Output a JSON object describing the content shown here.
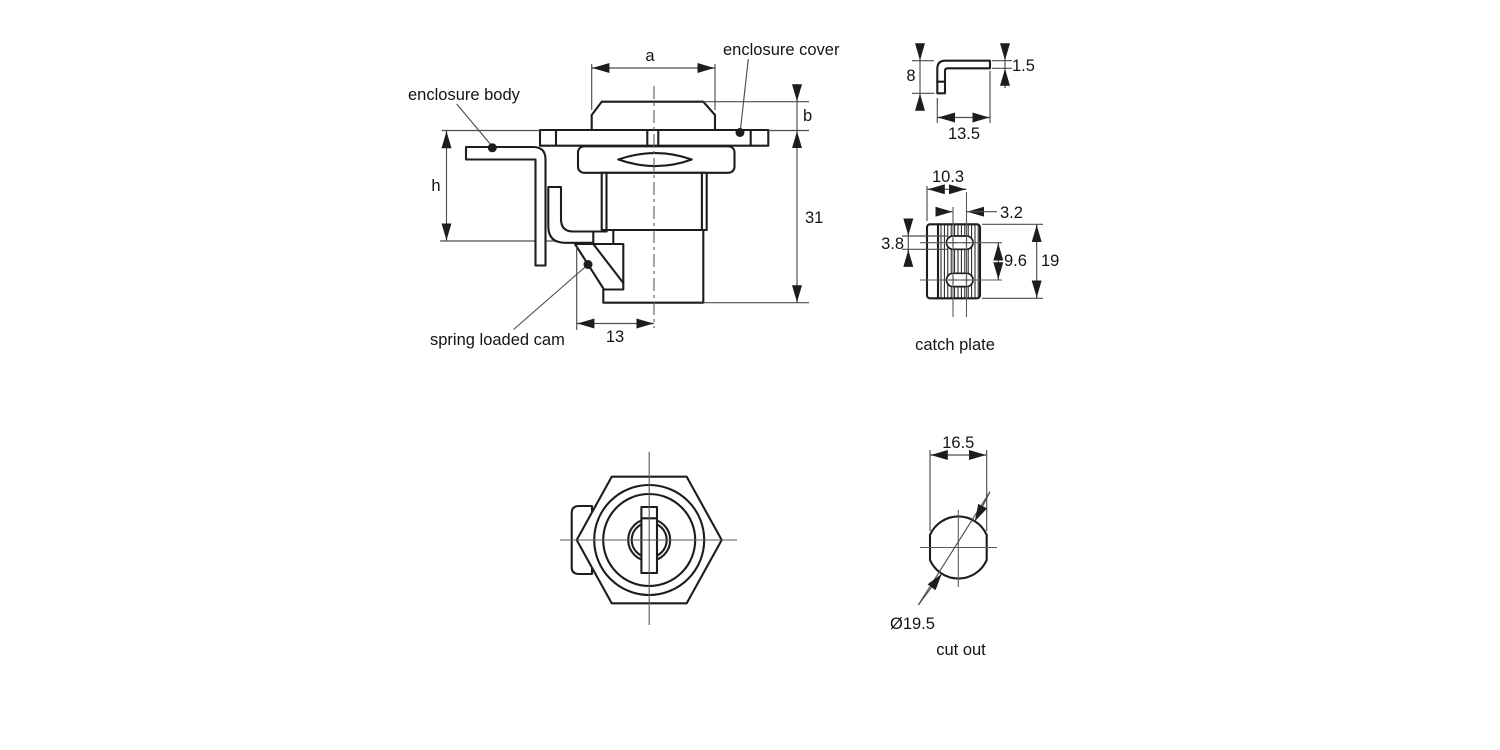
{
  "part_labels": {
    "enclosure_cover": "enclosure cover",
    "enclosure_body": "enclosure body",
    "spring_loaded_cam": "spring loaded cam"
  },
  "view_captions": {
    "catch_plate": "catch plate",
    "cut_out": "cut out"
  },
  "dimensions": {
    "main_view": {
      "head_width": "a",
      "head_height": "b",
      "body_drop": "h",
      "total_depth": "31",
      "cam_reach": "13"
    },
    "bracket_view": {
      "leg_height": "8",
      "thickness": "1.5",
      "width": "13.5"
    },
    "catch_plate_view": {
      "edge_to_hole": "10.3",
      "slot_length": "3.2",
      "slot_width": "3.8",
      "hole_spacing": "9.6",
      "plate_height": "19"
    },
    "cutout_view": {
      "across_flats": "16.5",
      "diameter": "Ø19.5"
    }
  },
  "colors": {
    "outline": "#1d1d1d",
    "thin_line": "#4d4d4d",
    "centerline": "#5a5a5a",
    "background": "#ffffff"
  }
}
